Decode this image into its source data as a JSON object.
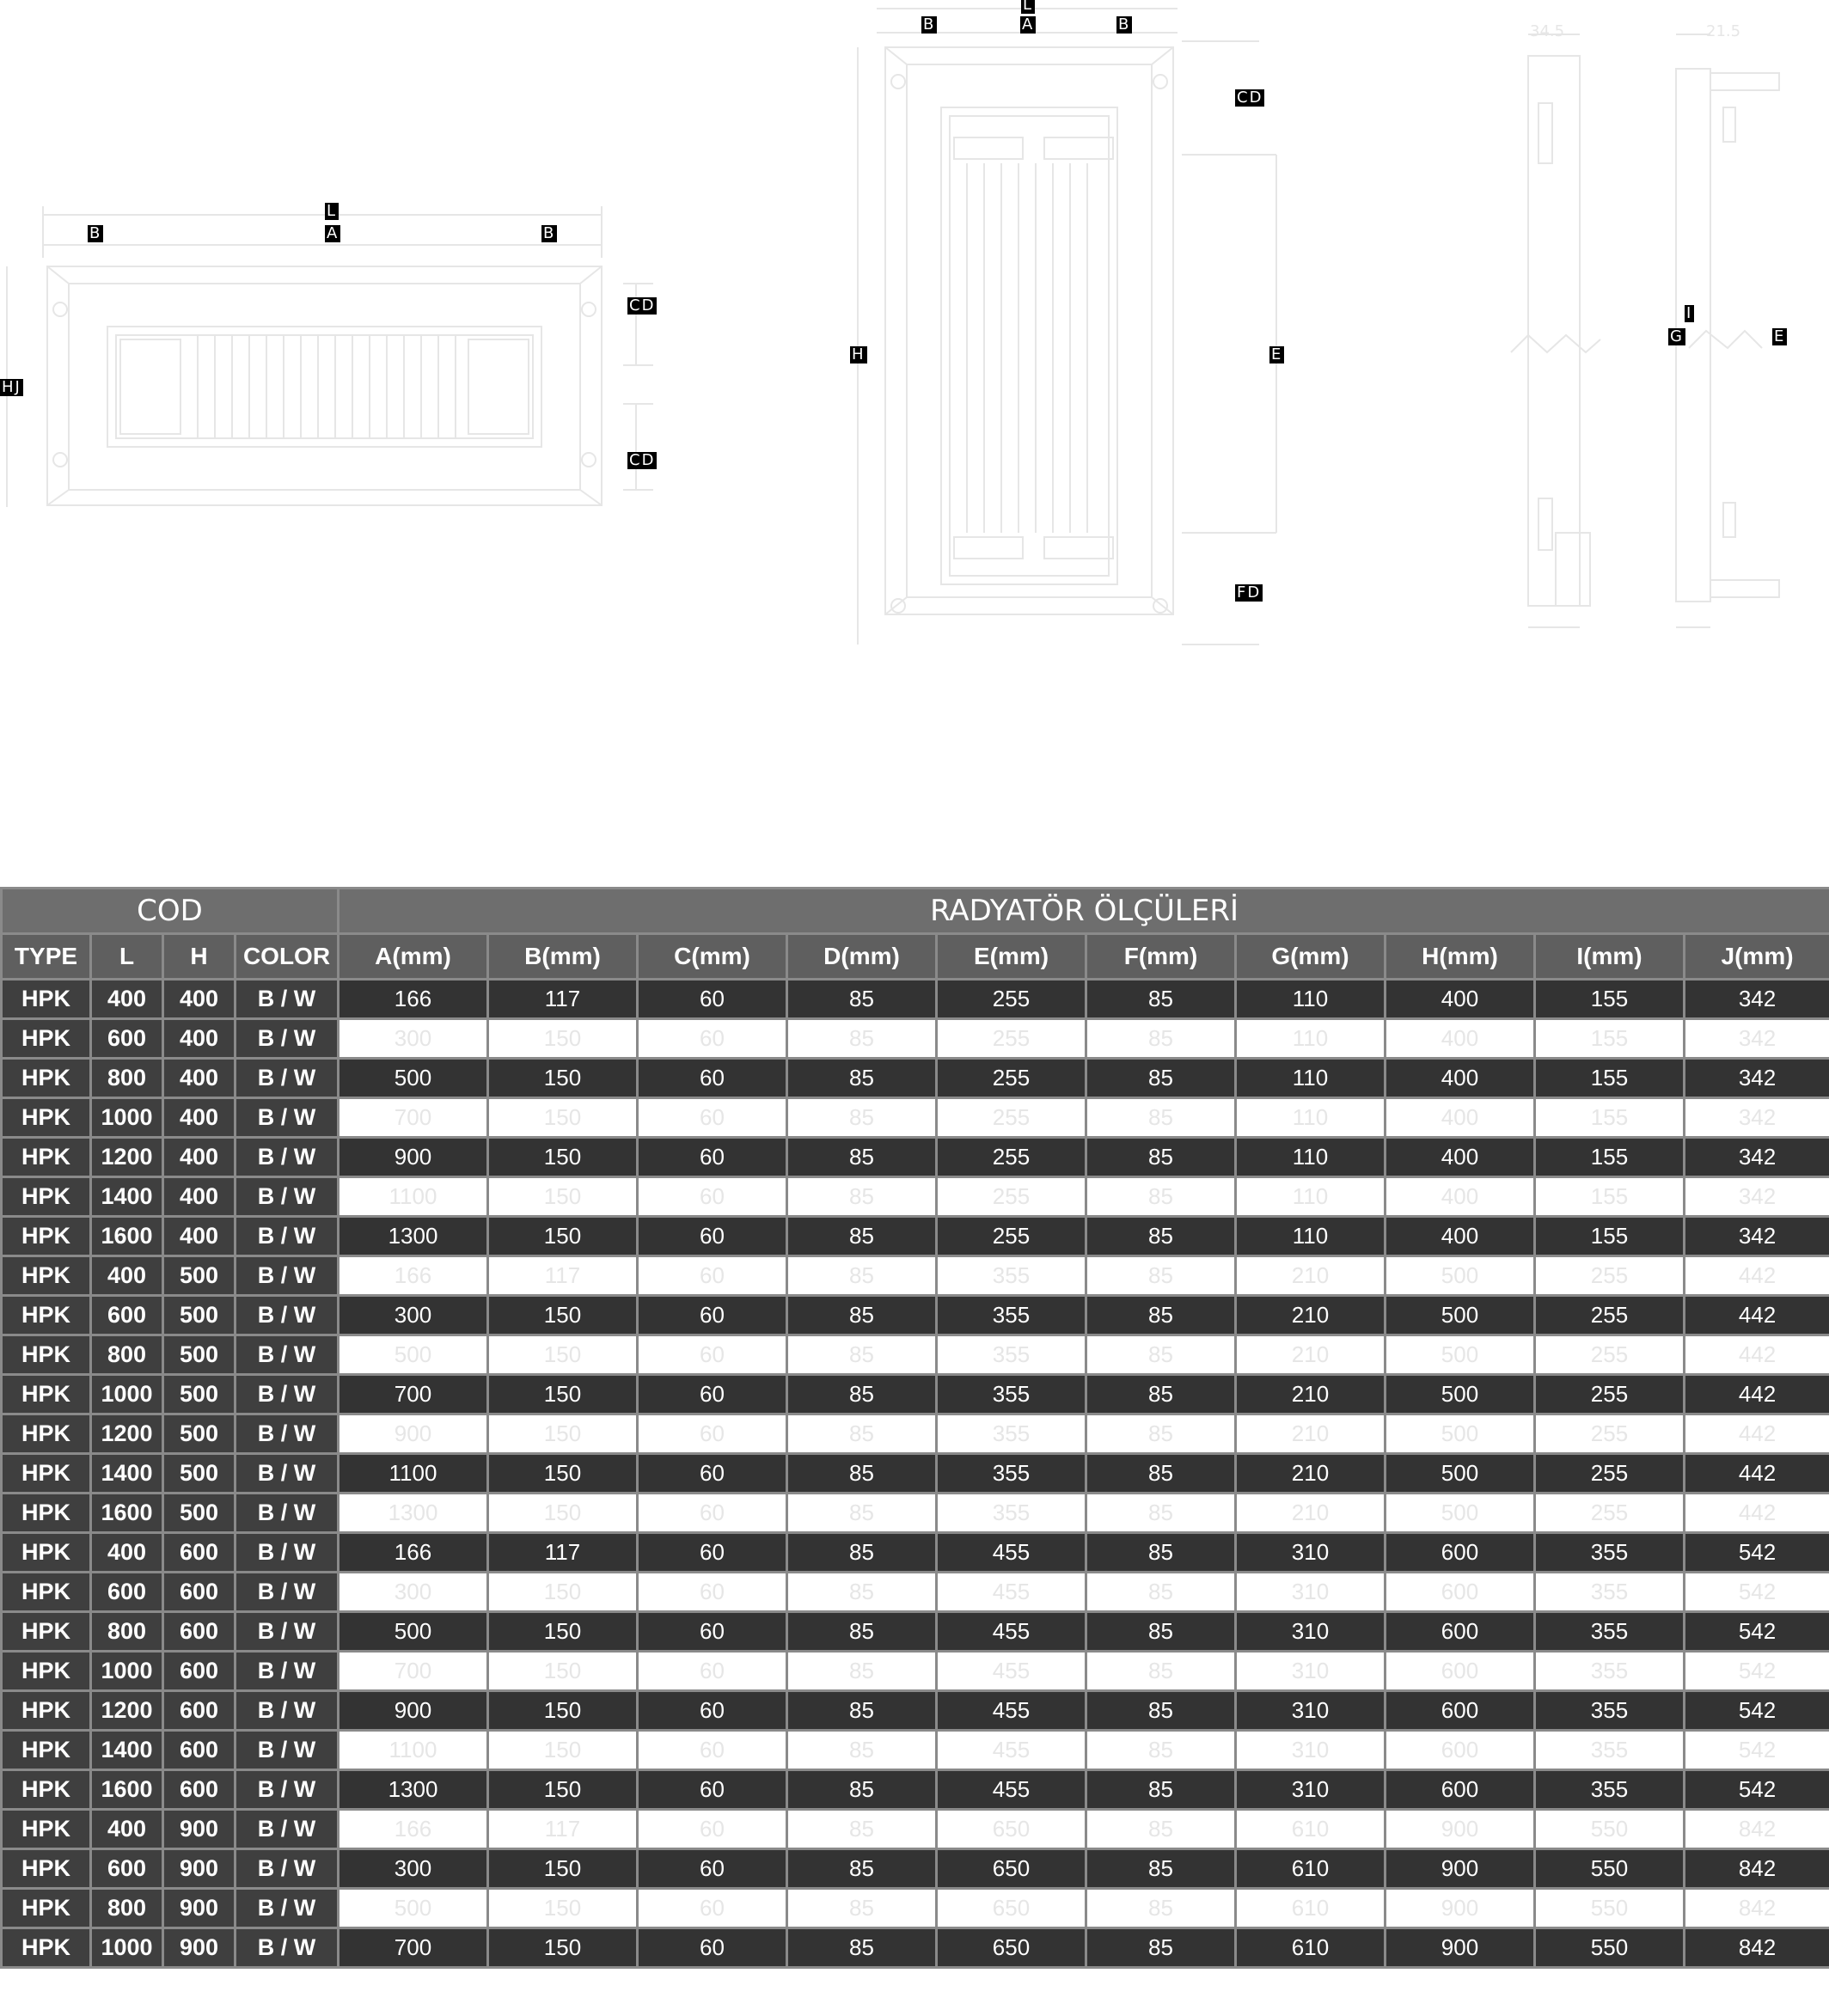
{
  "diagram_labels": {
    "left_view": {
      "l": "L",
      "a": "A",
      "b_left": "B",
      "b_right": "B",
      "cd_top": "CD",
      "cd_bottom": "CD",
      "hj": "HJ"
    },
    "center_view": {
      "l": "L",
      "a": "A",
      "b_left": "B",
      "b_right": "B",
      "cd": "CD",
      "h": "H",
      "e": "E",
      "fd": "FD"
    },
    "right_view": {
      "i": "I",
      "g": "G",
      "e": "E",
      "dim_top_left": "34.5",
      "dim_top_right": "21.5"
    }
  },
  "table": {
    "group_cod": "COD",
    "group_dims": "RADYATÖR ÖLÇÜLERİ",
    "headers": [
      "TYPE",
      "L",
      "H",
      "COLOR",
      "A(mm)",
      "B(mm)",
      "C(mm)",
      "D(mm)",
      "E(mm)",
      "F(mm)",
      "G(mm)",
      "H(mm)",
      "I(mm)",
      "J(mm)"
    ],
    "rows": [
      [
        "HPK",
        "400",
        "400",
        "B / W",
        "166",
        "117",
        "60",
        "85",
        "255",
        "85",
        "110",
        "400",
        "155",
        "342"
      ],
      [
        "HPK",
        "600",
        "400",
        "B / W",
        "300",
        "150",
        "60",
        "85",
        "255",
        "85",
        "110",
        "400",
        "155",
        "342"
      ],
      [
        "HPK",
        "800",
        "400",
        "B / W",
        "500",
        "150",
        "60",
        "85",
        "255",
        "85",
        "110",
        "400",
        "155",
        "342"
      ],
      [
        "HPK",
        "1000",
        "400",
        "B / W",
        "700",
        "150",
        "60",
        "85",
        "255",
        "85",
        "110",
        "400",
        "155",
        "342"
      ],
      [
        "HPK",
        "1200",
        "400",
        "B / W",
        "900",
        "150",
        "60",
        "85",
        "255",
        "85",
        "110",
        "400",
        "155",
        "342"
      ],
      [
        "HPK",
        "1400",
        "400",
        "B / W",
        "1100",
        "150",
        "60",
        "85",
        "255",
        "85",
        "110",
        "400",
        "155",
        "342"
      ],
      [
        "HPK",
        "1600",
        "400",
        "B / W",
        "1300",
        "150",
        "60",
        "85",
        "255",
        "85",
        "110",
        "400",
        "155",
        "342"
      ],
      [
        "HPK",
        "400",
        "500",
        "B / W",
        "166",
        "117",
        "60",
        "85",
        "355",
        "85",
        "210",
        "500",
        "255",
        "442"
      ],
      [
        "HPK",
        "600",
        "500",
        "B / W",
        "300",
        "150",
        "60",
        "85",
        "355",
        "85",
        "210",
        "500",
        "255",
        "442"
      ],
      [
        "HPK",
        "800",
        "500",
        "B / W",
        "500",
        "150",
        "60",
        "85",
        "355",
        "85",
        "210",
        "500",
        "255",
        "442"
      ],
      [
        "HPK",
        "1000",
        "500",
        "B / W",
        "700",
        "150",
        "60",
        "85",
        "355",
        "85",
        "210",
        "500",
        "255",
        "442"
      ],
      [
        "HPK",
        "1200",
        "500",
        "B / W",
        "900",
        "150",
        "60",
        "85",
        "355",
        "85",
        "210",
        "500",
        "255",
        "442"
      ],
      [
        "HPK",
        "1400",
        "500",
        "B / W",
        "1100",
        "150",
        "60",
        "85",
        "355",
        "85",
        "210",
        "500",
        "255",
        "442"
      ],
      [
        "HPK",
        "1600",
        "500",
        "B / W",
        "1300",
        "150",
        "60",
        "85",
        "355",
        "85",
        "210",
        "500",
        "255",
        "442"
      ],
      [
        "HPK",
        "400",
        "600",
        "B / W",
        "166",
        "117",
        "60",
        "85",
        "455",
        "85",
        "310",
        "600",
        "355",
        "542"
      ],
      [
        "HPK",
        "600",
        "600",
        "B / W",
        "300",
        "150",
        "60",
        "85",
        "455",
        "85",
        "310",
        "600",
        "355",
        "542"
      ],
      [
        "HPK",
        "800",
        "600",
        "B / W",
        "500",
        "150",
        "60",
        "85",
        "455",
        "85",
        "310",
        "600",
        "355",
        "542"
      ],
      [
        "HPK",
        "1000",
        "600",
        "B / W",
        "700",
        "150",
        "60",
        "85",
        "455",
        "85",
        "310",
        "600",
        "355",
        "542"
      ],
      [
        "HPK",
        "1200",
        "600",
        "B / W",
        "900",
        "150",
        "60",
        "85",
        "455",
        "85",
        "310",
        "600",
        "355",
        "542"
      ],
      [
        "HPK",
        "1400",
        "600",
        "B / W",
        "1100",
        "150",
        "60",
        "85",
        "455",
        "85",
        "310",
        "600",
        "355",
        "542"
      ],
      [
        "HPK",
        "1600",
        "600",
        "B / W",
        "1300",
        "150",
        "60",
        "85",
        "455",
        "85",
        "310",
        "600",
        "355",
        "542"
      ],
      [
        "HPK",
        "400",
        "900",
        "B / W",
        "166",
        "117",
        "60",
        "85",
        "650",
        "85",
        "610",
        "900",
        "550",
        "842"
      ],
      [
        "HPK",
        "600",
        "900",
        "B / W",
        "300",
        "150",
        "60",
        "85",
        "650",
        "85",
        "610",
        "900",
        "550",
        "842"
      ],
      [
        "HPK",
        "800",
        "900",
        "B / W",
        "500",
        "150",
        "60",
        "85",
        "650",
        "85",
        "610",
        "900",
        "550",
        "842"
      ],
      [
        "HPK",
        "1000",
        "900",
        "B / W",
        "700",
        "150",
        "60",
        "85",
        "650",
        "85",
        "610",
        "900",
        "550",
        "842"
      ]
    ]
  }
}
